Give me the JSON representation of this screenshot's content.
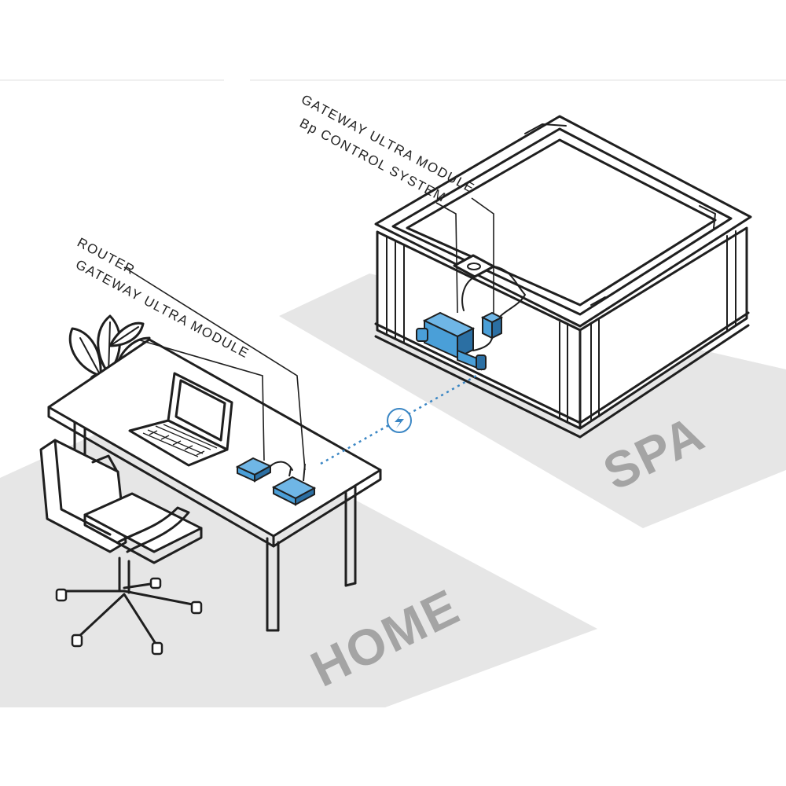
{
  "labels": {
    "router": "ROUTER",
    "gateway_home": "GATEWAY ULTRA MODULE",
    "gateway_spa": "GATEWAY ULTRA MODULE",
    "bp_control": "Bp CONTROL SYSTEM"
  },
  "zones": {
    "home": "HOME",
    "spa": "SPA"
  },
  "colors": {
    "device_blue": "#4a9fd8",
    "device_dark": "#2b6fa3",
    "zone_gray": "#e6e6e6",
    "zone_text": "#a4a4a4",
    "wireless_link": "#3a86c4"
  },
  "icons": {
    "wireless": "lightning-bolt-icon"
  }
}
